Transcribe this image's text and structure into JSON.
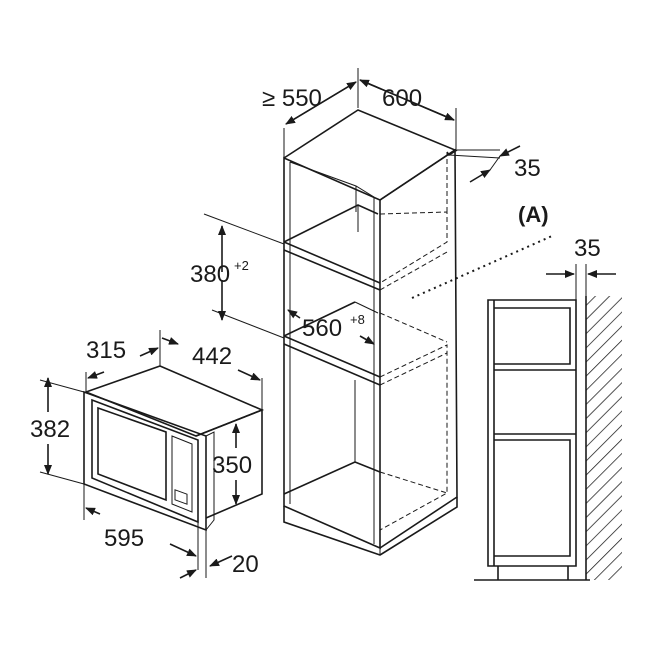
{
  "dimensions": {
    "cabinet_depth": "≥ 550",
    "cabinet_width": "600",
    "rear_gap_top": "35",
    "niche_height": "380",
    "niche_height_tol": "+2",
    "niche_width": "560",
    "niche_width_tol": "+8",
    "ventilation_label": "(A)",
    "side_gap": "35",
    "oven_depth": "315",
    "oven_width_top": "442",
    "oven_height": "382",
    "oven_inner_height": "350",
    "oven_width": "595",
    "frame_depth": "20"
  }
}
